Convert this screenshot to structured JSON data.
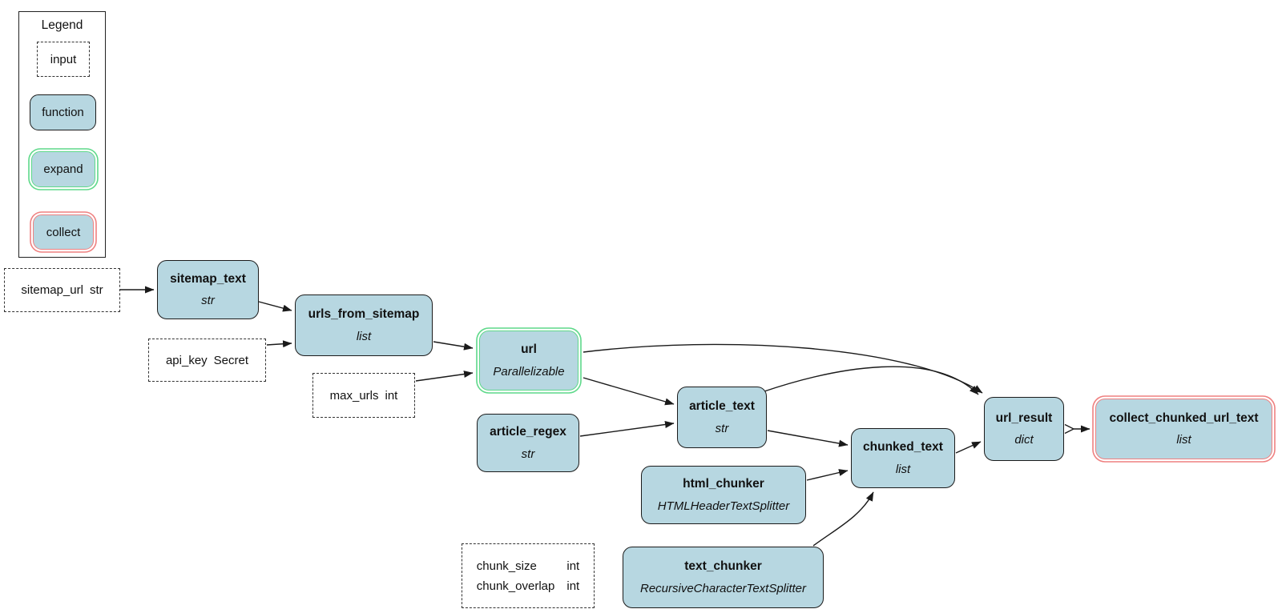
{
  "legend": {
    "title": "Legend",
    "items": [
      {
        "label": "input",
        "kind": "input"
      },
      {
        "label": "function",
        "kind": "function"
      },
      {
        "label": "expand",
        "kind": "expand"
      },
      {
        "label": "collect",
        "kind": "collect"
      }
    ]
  },
  "nodes": [
    {
      "id": "sitemap_text",
      "title": "sitemap_text",
      "subtitle": "str",
      "kind": "function"
    },
    {
      "id": "urls_from_sitemap",
      "title": "urls_from_sitemap",
      "subtitle": "list",
      "kind": "function"
    },
    {
      "id": "url",
      "title": "url",
      "subtitle": "Parallelizable",
      "kind": "expand"
    },
    {
      "id": "article_regex",
      "title": "article_regex",
      "subtitle": "str",
      "kind": "function"
    },
    {
      "id": "article_text",
      "title": "article_text",
      "subtitle": "str",
      "kind": "function"
    },
    {
      "id": "html_chunker",
      "title": "html_chunker",
      "subtitle": "HTMLHeaderTextSplitter",
      "kind": "function"
    },
    {
      "id": "chunked_text",
      "title": "chunked_text",
      "subtitle": "list",
      "kind": "function"
    },
    {
      "id": "text_chunker",
      "title": "text_chunker",
      "subtitle": "RecursiveCharacterTextSplitter",
      "kind": "function"
    },
    {
      "id": "url_result",
      "title": "url_result",
      "subtitle": "dict",
      "kind": "function"
    },
    {
      "id": "collect_chunked_url_text",
      "title": "collect_chunked_url_text",
      "subtitle": "list",
      "kind": "collect"
    }
  ],
  "inputs": [
    {
      "id": "sitemap_url",
      "params": [
        {
          "name": "sitemap_url",
          "type": "str"
        }
      ]
    },
    {
      "id": "api_key",
      "params": [
        {
          "name": "api_key",
          "type": "Secret"
        }
      ]
    },
    {
      "id": "max_urls",
      "params": [
        {
          "name": "max_urls",
          "type": "int"
        }
      ]
    },
    {
      "id": "chunk_params",
      "params": [
        {
          "name": "chunk_size",
          "type": "int"
        },
        {
          "name": "chunk_overlap",
          "type": "int"
        }
      ]
    }
  ],
  "edges": [
    {
      "from": "sitemap_url",
      "to": "sitemap_text"
    },
    {
      "from": "sitemap_text",
      "to": "urls_from_sitemap"
    },
    {
      "from": "api_key",
      "to": "urls_from_sitemap"
    },
    {
      "from": "urls_from_sitemap",
      "to": "url"
    },
    {
      "from": "max_urls",
      "to": "url"
    },
    {
      "from": "url",
      "to": "article_text"
    },
    {
      "from": "article_regex",
      "to": "article_text"
    },
    {
      "from": "url",
      "to": "url_result"
    },
    {
      "from": "article_text",
      "to": "url_result"
    },
    {
      "from": "article_text",
      "to": "chunked_text"
    },
    {
      "from": "html_chunker",
      "to": "chunked_text"
    },
    {
      "from": "text_chunker",
      "to": "chunked_text"
    },
    {
      "from": "chunked_text",
      "to": "url_result"
    },
    {
      "from": "url_result",
      "to": "collect_chunked_url_text"
    }
  ],
  "colors": {
    "background": "#ffffff",
    "node_fill": "#b7d7e1",
    "node_border": "#1b1b1b",
    "expand_ring": "#5ed98a",
    "collect_ring": "#ef8080",
    "edge_color": "#1a1a1a"
  }
}
